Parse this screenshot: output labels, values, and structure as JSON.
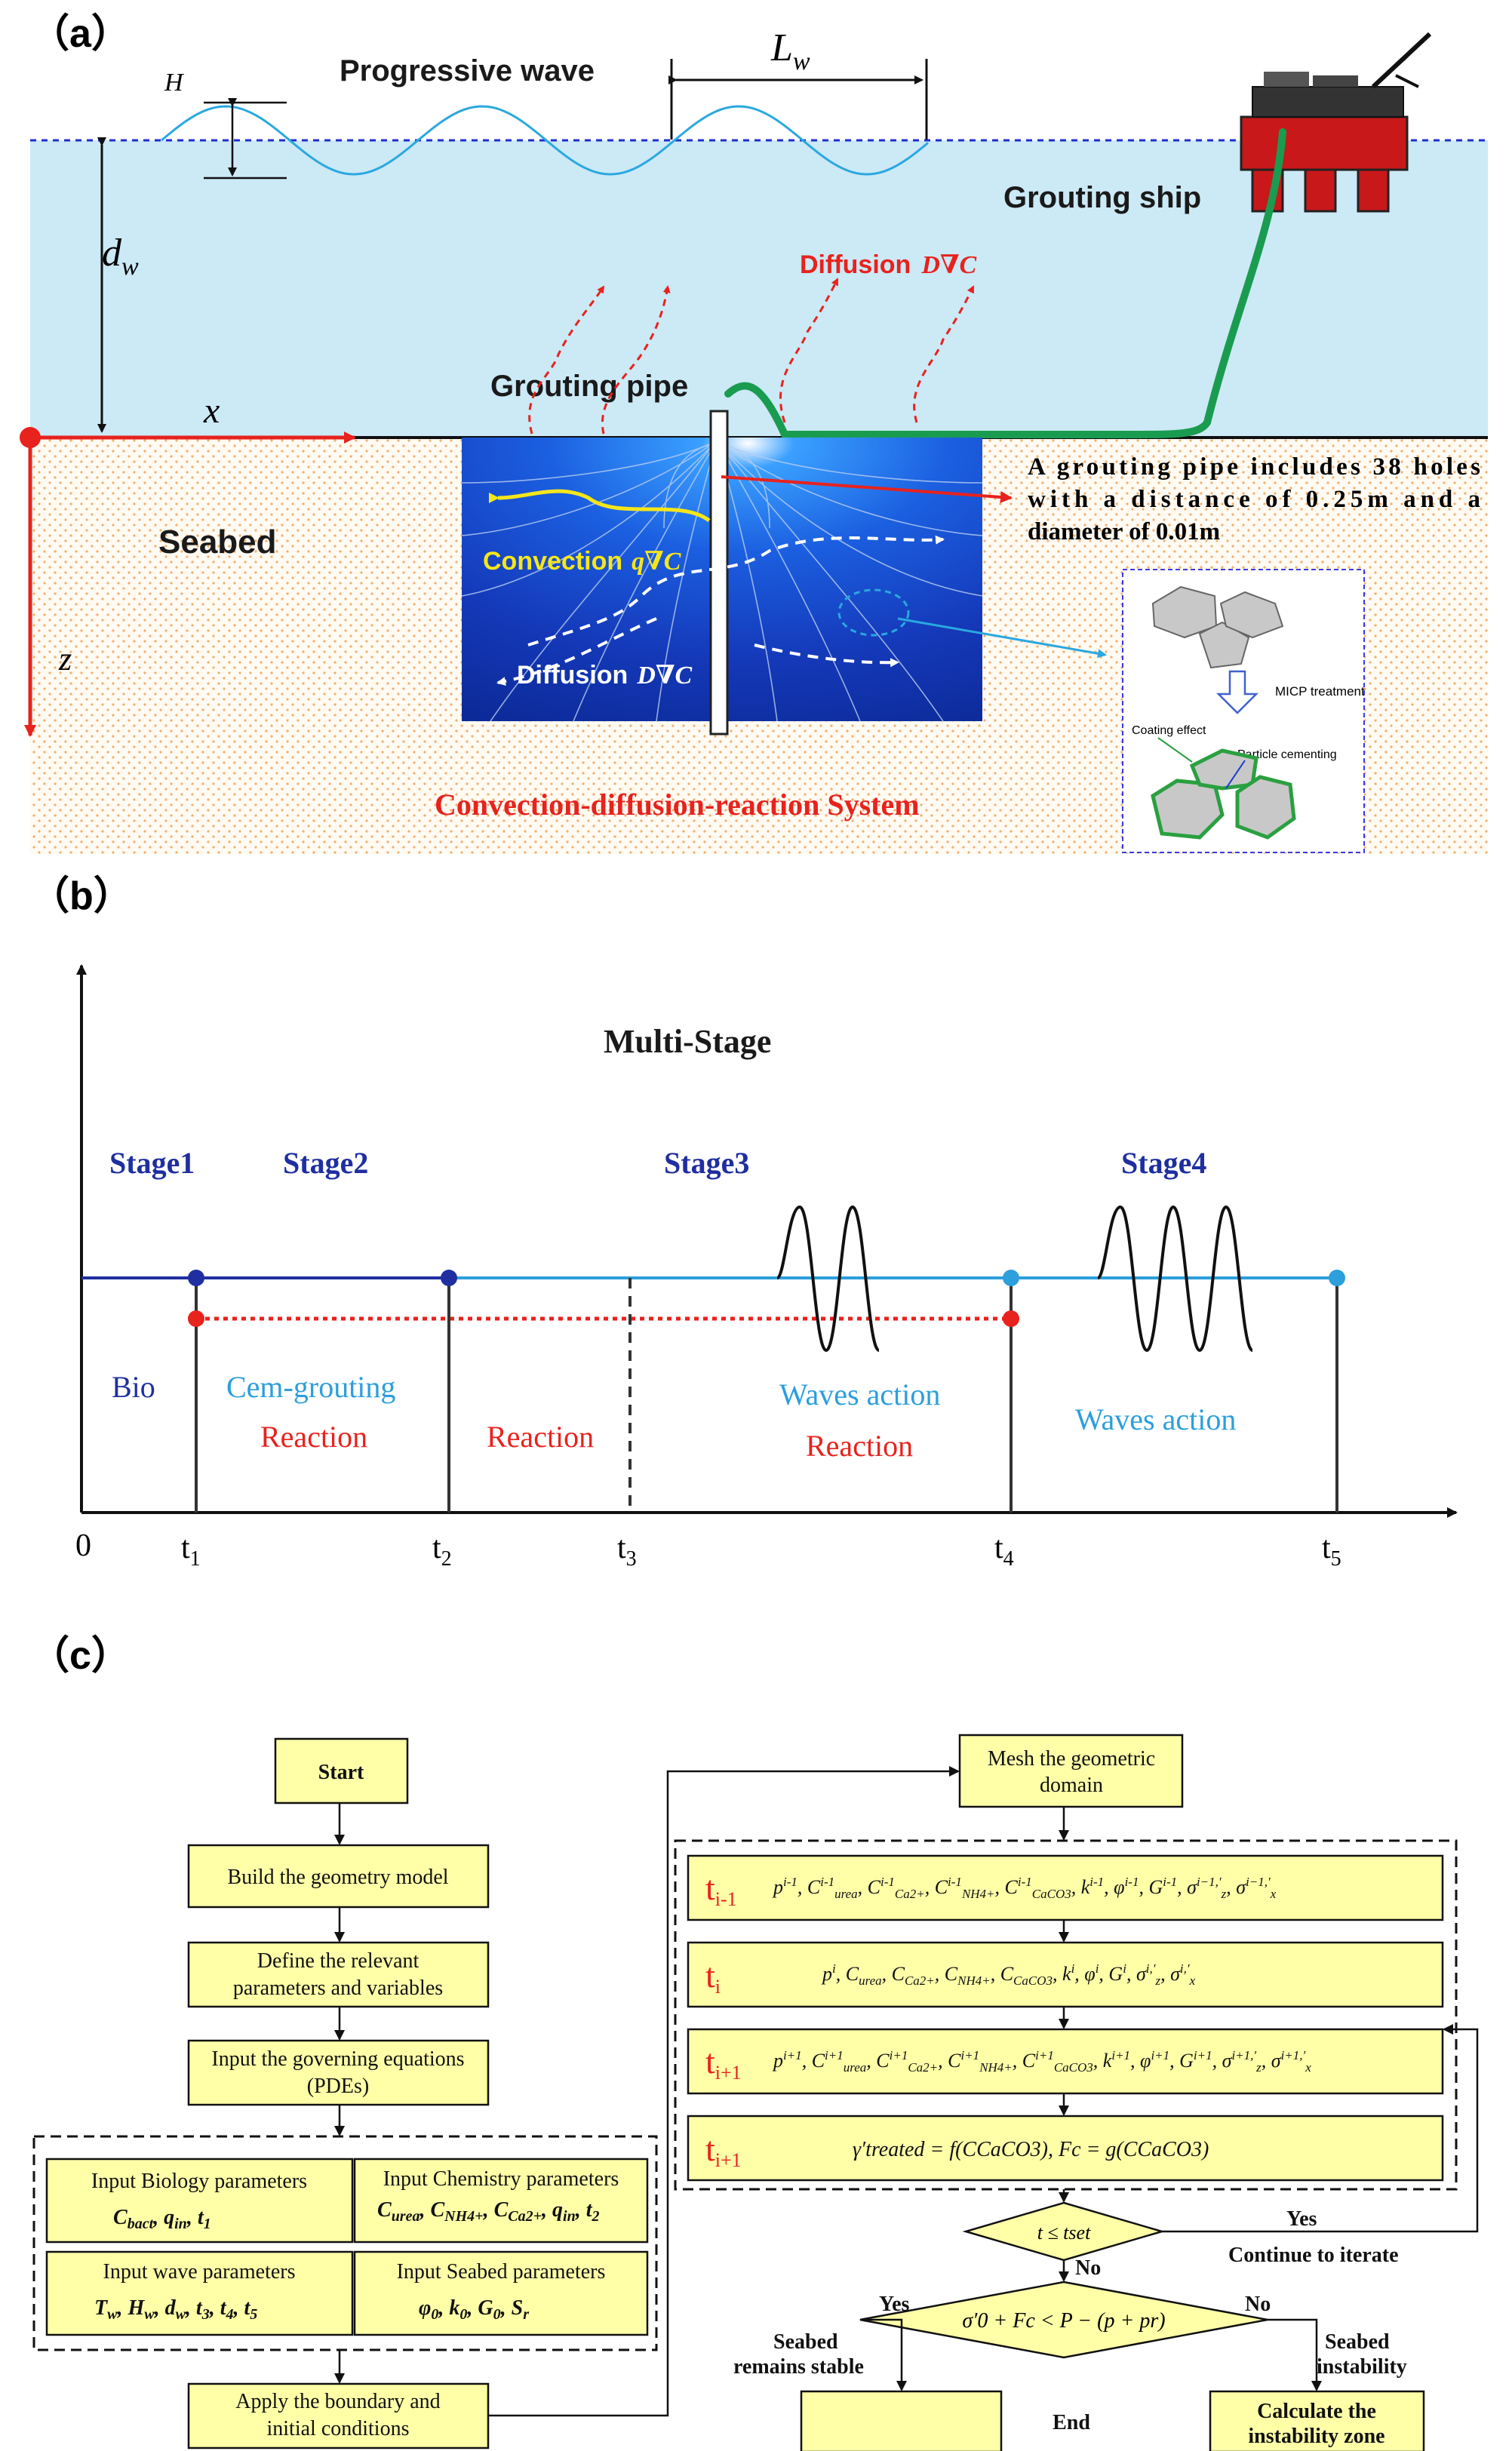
{
  "panel_a": {
    "label": "（a）",
    "wave_title": "Progressive wave",
    "wave_height_symbol": "H",
    "wavelength_symbol": "L",
    "wavelength_sub": "w",
    "depth_symbol": "d",
    "depth_sub": "w",
    "x_axis": "x",
    "z_axis": "z",
    "ship_label": "Grouting ship",
    "diffusion_top": "Diffusion",
    "diffusion_top_sym": "D∇C",
    "pipe_label": "Grouting pipe",
    "seabed_label": "Seabed",
    "convection_label": "Convection",
    "convection_sym": "q∇C",
    "diffusion_bottom": "Diffusion",
    "diffusion_bottom_sym": "D∇C",
    "pipe_note_line1": "A grouting pipe includes 38 holes",
    "pipe_note_line2": "with a distance of 0.25m and a",
    "pipe_note_line3": "diameter of 0.01m",
    "micp_label": "MICP treatment",
    "coating_label": "Coating effect",
    "cementing_label": "Particle cementing",
    "system_label": "Convection-diffusion-reaction System",
    "colors": {
      "water": "#cce9f6",
      "seabed_dots": "#f0b070",
      "pipe": "#1a9c50",
      "accent_red": "#e8221d"
    }
  },
  "panel_b": {
    "label": "（b）",
    "title": "Multi-Stage",
    "stage1": "Stage1",
    "stage2": "Stage2",
    "stage3": "Stage3",
    "stage4": "Stage4",
    "bio": "Bio",
    "cem_grouting": "Cem-grouting",
    "reaction1": "Reaction",
    "reaction2": "Reaction",
    "waves_action1": "Waves action",
    "reaction3": "Reaction",
    "waves_action2": "Waves action",
    "tick0": "0",
    "t": "t",
    "t1_sub": "1",
    "t2_sub": "2",
    "t3_sub": "3",
    "t4_sub": "4",
    "t5_sub": "5",
    "colors": {
      "dark_blue": "#1f2fa0",
      "light_blue": "#2c9fdc",
      "red": "#e8221d"
    }
  },
  "panel_c": {
    "label": "（c）",
    "start": "Start",
    "build": "Build the geometry model",
    "define_1": "Define the relevant",
    "define_2": "parameters and variables",
    "input_eq_1": "Input the governing equations",
    "input_eq_2": "(PDEs)",
    "bio_params_1": "Input Biology parameters",
    "chem_params_1": "Input Chemistry parameters",
    "wave_params_1": "Input wave parameters",
    "seabed_params_1": "Input Seabed parameters",
    "boundary_1": "Apply the boundary and",
    "boundary_2": "initial conditions",
    "mesh_1": "Mesh the geometric",
    "mesh_2": "domain",
    "row_i_minus_1": "t",
    "row_i_minus_1_sub": "i-1",
    "row_i": "t",
    "row_i_sub": "i",
    "row_i_plus_1": "t",
    "row_i_plus_1_sub": "i+1",
    "row_i_plus_1b": "t",
    "row_i_plus_1b_sub": "i+1",
    "gamma_formula": "γ′treated = f(CCaCO3),  Fc = g(CCaCO3)",
    "decision1": "t ≤ tset",
    "yes1": "Yes",
    "no1": "No",
    "continue": "Continue to iterate",
    "decision2": "σ′0 + Fc < P − (p + pr)",
    "yes2": "Yes",
    "no2": "No",
    "stable_1": "Seabed",
    "stable_2": "remains stable",
    "instab_1": "Seabed",
    "instab_2": "instability",
    "end": "End",
    "calc_1": "Calculate the",
    "calc_2": "instability zone",
    "colors": {
      "box_fill": "#ffffa8",
      "red_t": "#e8221d"
    }
  }
}
